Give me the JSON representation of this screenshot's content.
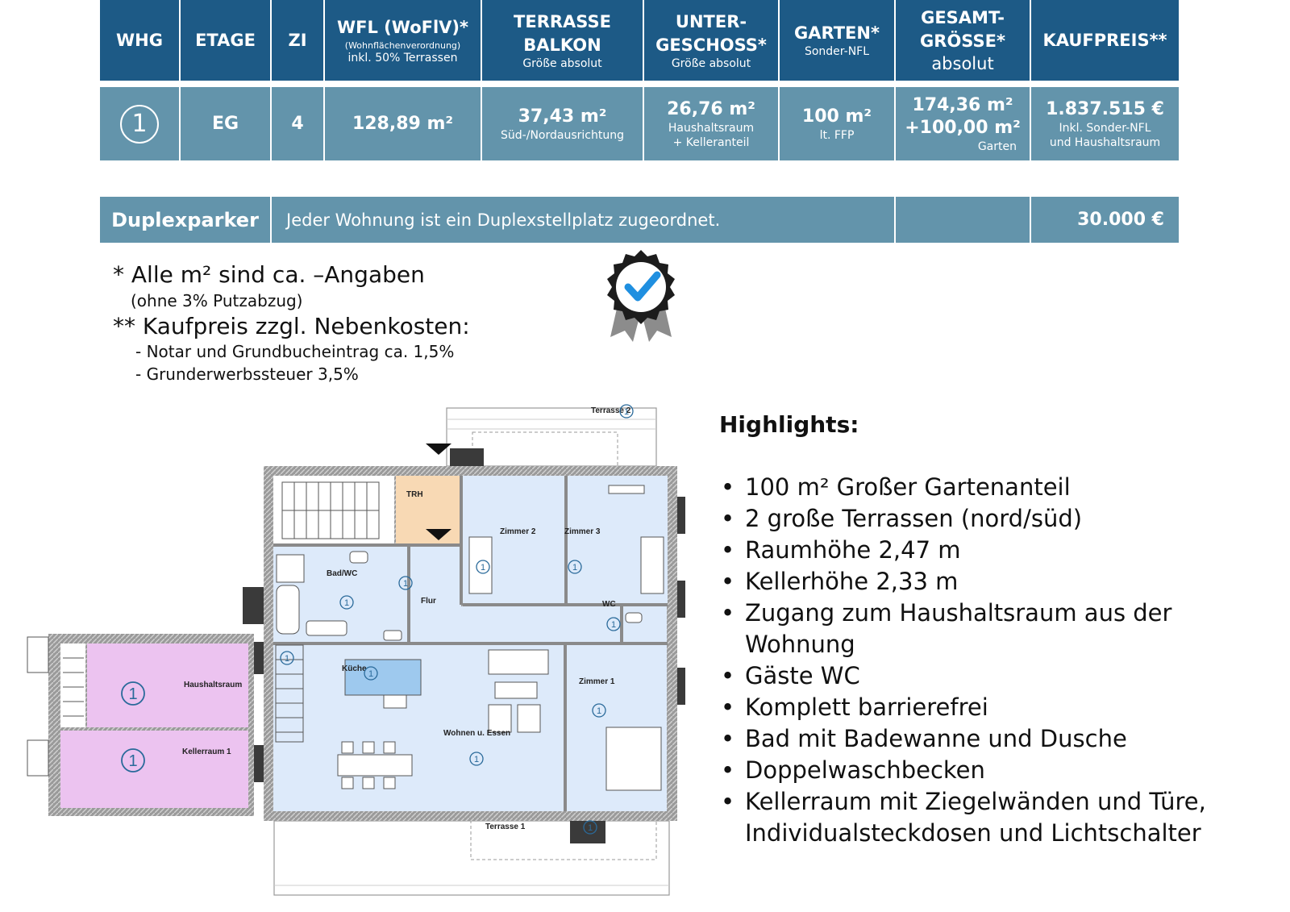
{
  "table": {
    "headers": [
      {
        "main": "WHG"
      },
      {
        "main": "ETAGE"
      },
      {
        "main": "ZI"
      },
      {
        "main": "WFL (WoFlV)*",
        "tiny": "(Wohnflächenverordnung)",
        "sub": "inkl. 50% Terrassen"
      },
      {
        "main": "TERRASSE\nBALKON",
        "sub": "Größe absolut"
      },
      {
        "main": "UNTER-\nGESCHOSS*",
        "sub": "Größe absolut"
      },
      {
        "main": "GARTEN*",
        "sub": "Sonder-NFL"
      },
      {
        "main": "GESAMT-\nGRÖSSE*",
        "abs": "absolut"
      },
      {
        "main": "KAUFPREIS**"
      }
    ],
    "row": [
      {
        "main": "1",
        "type": "circle"
      },
      {
        "main": "EG"
      },
      {
        "main": "4"
      },
      {
        "main": "128,89 m²"
      },
      {
        "main": "37,43 m²",
        "sub": "Süd-/Nordausrichtung"
      },
      {
        "main": "26,76 m²",
        "sub": "Haushaltsraum\n+ Kelleranteil"
      },
      {
        "main": "100 m²",
        "sub": "lt. FFP"
      },
      {
        "main": "174,36 m²\n+100,00 m²",
        "sub": "Garten"
      },
      {
        "main": "1.837.515 €",
        "sub": "Inkl. Sonder-NFL\nund Haushaltsraum"
      }
    ]
  },
  "parking": {
    "label": "Duplexparker",
    "text": "Jeder Wohnung ist ein Duplexstellplatz zugeordnet.",
    "price": "30.000 €"
  },
  "notes": {
    "line1": "* Alle m² sind ca. –Angaben",
    "line2": "(ohne 3% Putzabzug)",
    "line3": "** Kaufpreis zzgl. Nebenkosten:",
    "line4": "- Notar und Grundbucheintrag ca. 1,5%",
    "line5": "- Grunderwerbssteuer 3,5%"
  },
  "badge_icon": "checkmark-badge-icon",
  "highlights": {
    "title": "Highlights:",
    "items": [
      "100 m² Großer Gartenanteil",
      "2 große Terrassen (nord/süd)",
      "Raumhöhe 2,47 m",
      "Kellerhöhe 2,33 m",
      "Zugang zum Haushaltsraum aus der Wohnung",
      "Gäste WC",
      "Komplett barrierefrei",
      "Bad mit Badewanne und Dusche",
      "Doppelwaschbecken",
      "Kellerraum mit Ziegelwänden und Türe, Individualsteckdosen und Lichtschalter"
    ]
  },
  "floorplan": {
    "rooms": {
      "terrasse2": "Terrasse 2",
      "trh": "TRH",
      "zimmer2": "Zimmer 2",
      "zimmer3": "Zimmer 3",
      "bad": "Bad/WC",
      "flur": "Flur",
      "wc": "WC",
      "kueche": "Küche",
      "zimmer1": "Zimmer 1",
      "wohnen": "Wohnen u. Essen",
      "terrasse1": "Terrasse 1",
      "haushaltsraum": "Haushaltsraum",
      "kellerraum": "Kellerraum 1"
    },
    "unit_marker": "1",
    "colors": {
      "room": "#ddeafa",
      "trh": "#f8d9b4",
      "cellar": "#ecc3f0",
      "wall": "#8a8a8a"
    }
  },
  "colors": {
    "header": "#1d5a86",
    "row": "#6394ab"
  }
}
